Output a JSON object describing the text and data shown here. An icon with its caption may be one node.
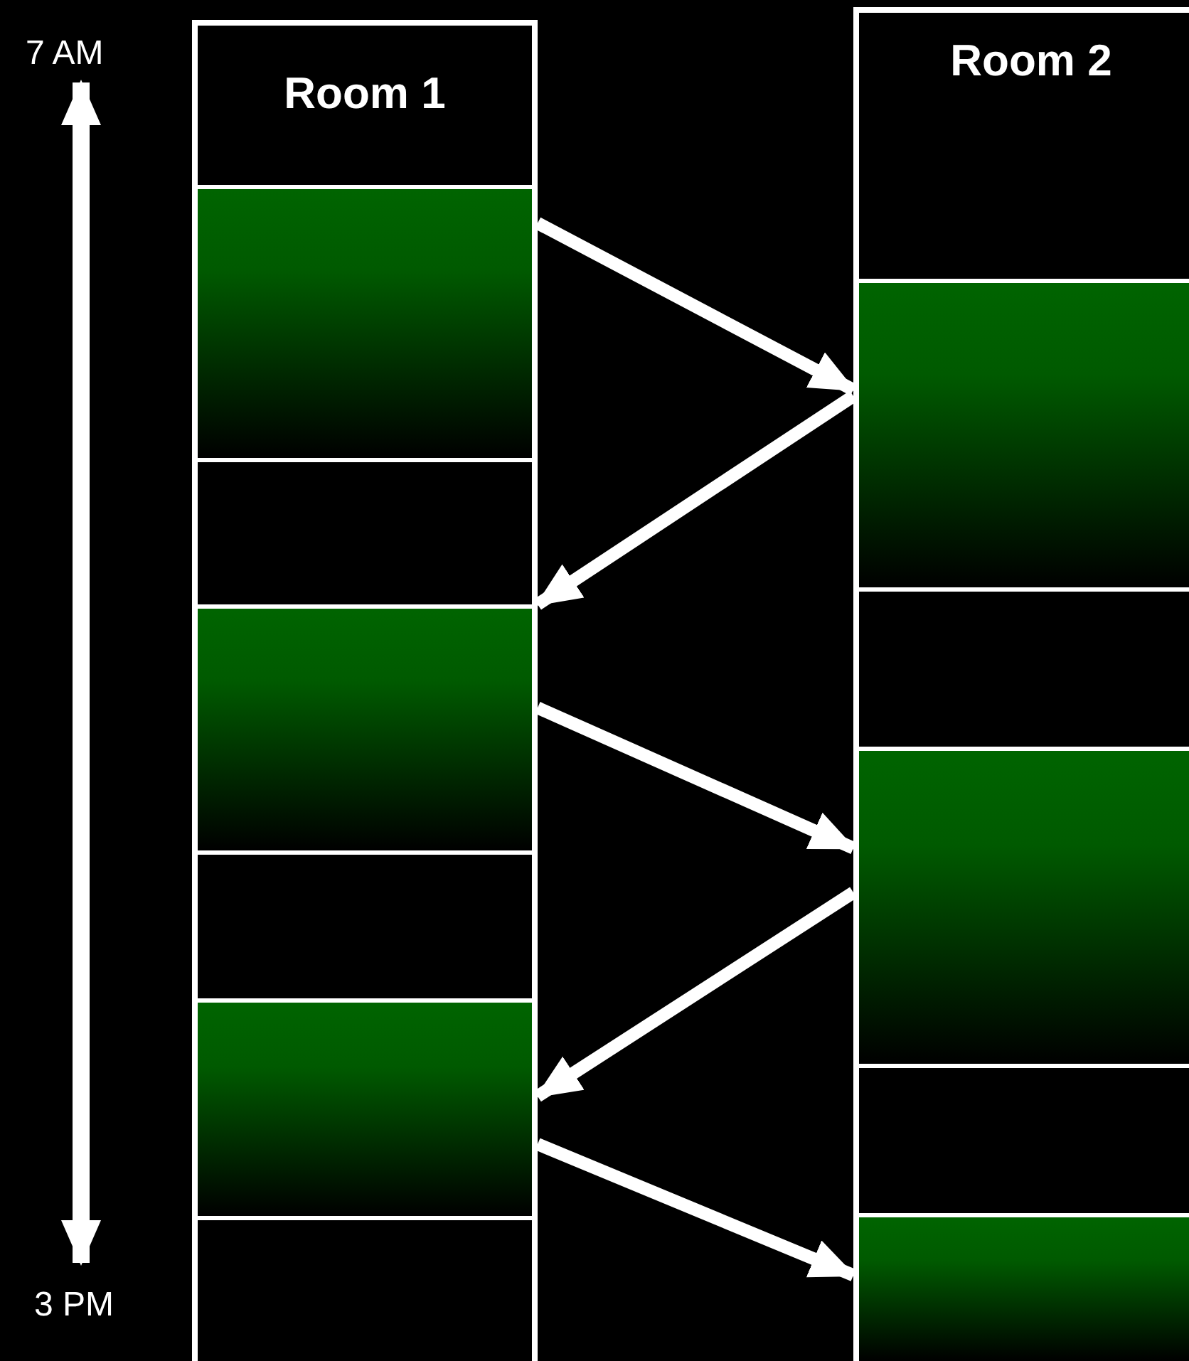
{
  "diagram": {
    "nodes": [
      {
        "text": [
          "Room 1"
        ]
      },
      {
        "text": [],
        "shape": "box",
        "in": 0
      },
      {
        "text": [],
        "shape": "box",
        "in": 0
      },
      {
        "text": [],
        "shape": "box",
        "in": 0
      },
      {
        "text": [],
        "shape": "box",
        "in": 0
      },
      {
        "text": [],
        "shape": "box",
        "in": 0
      },
      {
        "text": [],
        "shape": "box",
        "in": 0
      },
      {
        "text": [
          "Room 2"
        ]
      },
      {
        "text": [],
        "shape": "box",
        "in": 7
      },
      {
        "text": [],
        "shape": "box",
        "in": 7
      },
      {
        "text": [],
        "shape": "box",
        "in": 7
      },
      {
        "text": [],
        "shape": "box",
        "in": 7
      },
      {
        "text": [],
        "shape": "box",
        "in": 7
      }
    ],
    "edges": [
      {
        "from": 1,
        "to": 8,
        "arrow": "to"
      },
      {
        "from": 8,
        "to": 3,
        "arrow": "to"
      },
      {
        "from": 3,
        "to": 10,
        "arrow": "to"
      },
      {
        "from": 10,
        "to": 5,
        "arrow": "to"
      },
      {
        "from": 5,
        "to": 12,
        "arrow": "to"
      }
    ],
    "labels": [
      "7 AM",
      "3 PM"
    ]
  }
}
